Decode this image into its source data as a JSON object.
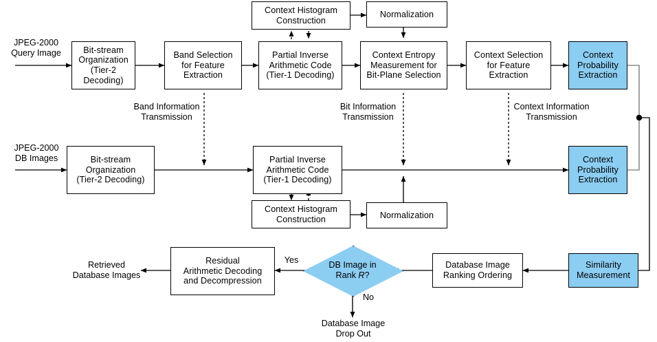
{
  "diagram": {
    "title": "JPEG-2000 compressed-domain image retrieval flowchart",
    "colors": {
      "node_fill_highlight": "#8ccdf2",
      "node_fill": "#ffffff",
      "stroke": "#000000"
    },
    "inputs": [
      {
        "id": "query-input",
        "label": "JPEG-2000\nQuery Image"
      },
      {
        "id": "db-input",
        "label": "JPEG-2000\nDB Images"
      }
    ],
    "outputs": [
      {
        "id": "retrieved-output",
        "label": "Retrieved\nDatabase Images"
      },
      {
        "id": "dropout-output",
        "label": "Database Image\nDrop Out"
      }
    ],
    "transmission_labels": [
      {
        "id": "band-info",
        "label": "Band Information\nTransmission"
      },
      {
        "id": "bit-info",
        "label": "Bit Information\nTransmission"
      },
      {
        "id": "context-info",
        "label": "Context Information\nTransmission"
      }
    ],
    "edge_labels": [
      {
        "id": "yes",
        "label": "Yes"
      },
      {
        "id": "no",
        "label": "No"
      }
    ],
    "nodes": [
      {
        "id": "q-bitstream",
        "label": "Bit-stream\nOrganization\n(Tier-2 Decoding)",
        "highlight": false
      },
      {
        "id": "q-band-sel",
        "label": "Band Selection\nfor Feature\nExtraction",
        "highlight": false
      },
      {
        "id": "q-partial-inv",
        "label": "Partial Inverse\nArithmetic Code\n(Tier-1 Decoding)",
        "highlight": false
      },
      {
        "id": "q-hist",
        "label": "Context Histogram\nConstruction",
        "highlight": false
      },
      {
        "id": "q-norm",
        "label": "Normalization",
        "highlight": false
      },
      {
        "id": "q-entropy",
        "label": "Context Entropy\nMeasurement for\nBit-Plane Selection",
        "highlight": false
      },
      {
        "id": "q-ctx-sel",
        "label": "Context Selection\nfor Feature\nExtraction",
        "highlight": false
      },
      {
        "id": "q-ctx-prob",
        "label": "Context\nProbability\nExtraction",
        "highlight": true
      },
      {
        "id": "db-bitstream",
        "label": "Bit-stream\nOrganization\n(Tier-2 Decoding)",
        "highlight": false
      },
      {
        "id": "db-partial-inv",
        "label": "Partial Inverse\nArithmetic Code\n(Tier-1 Decoding)",
        "highlight": false
      },
      {
        "id": "db-hist",
        "label": "Context Histogram\nConstruction",
        "highlight": false
      },
      {
        "id": "db-norm",
        "label": "Normalization",
        "highlight": false
      },
      {
        "id": "db-ctx-prob",
        "label": "Context\nProbability\nExtraction",
        "highlight": true
      },
      {
        "id": "similarity",
        "label": "Similarity\nMeasurement",
        "highlight": true
      },
      {
        "id": "ranking",
        "label": "Database Image\nRanking Ordering",
        "highlight": false
      },
      {
        "id": "residual",
        "label": "Residual\nArithmetic Decoding\nand Decompression",
        "highlight": false
      }
    ],
    "decision": {
      "id": "rank-decision",
      "label_line1": "DB Image in",
      "label_line2_pre": "Rank ",
      "label_line2_var": "R",
      "label_line2_post": "?"
    }
  }
}
